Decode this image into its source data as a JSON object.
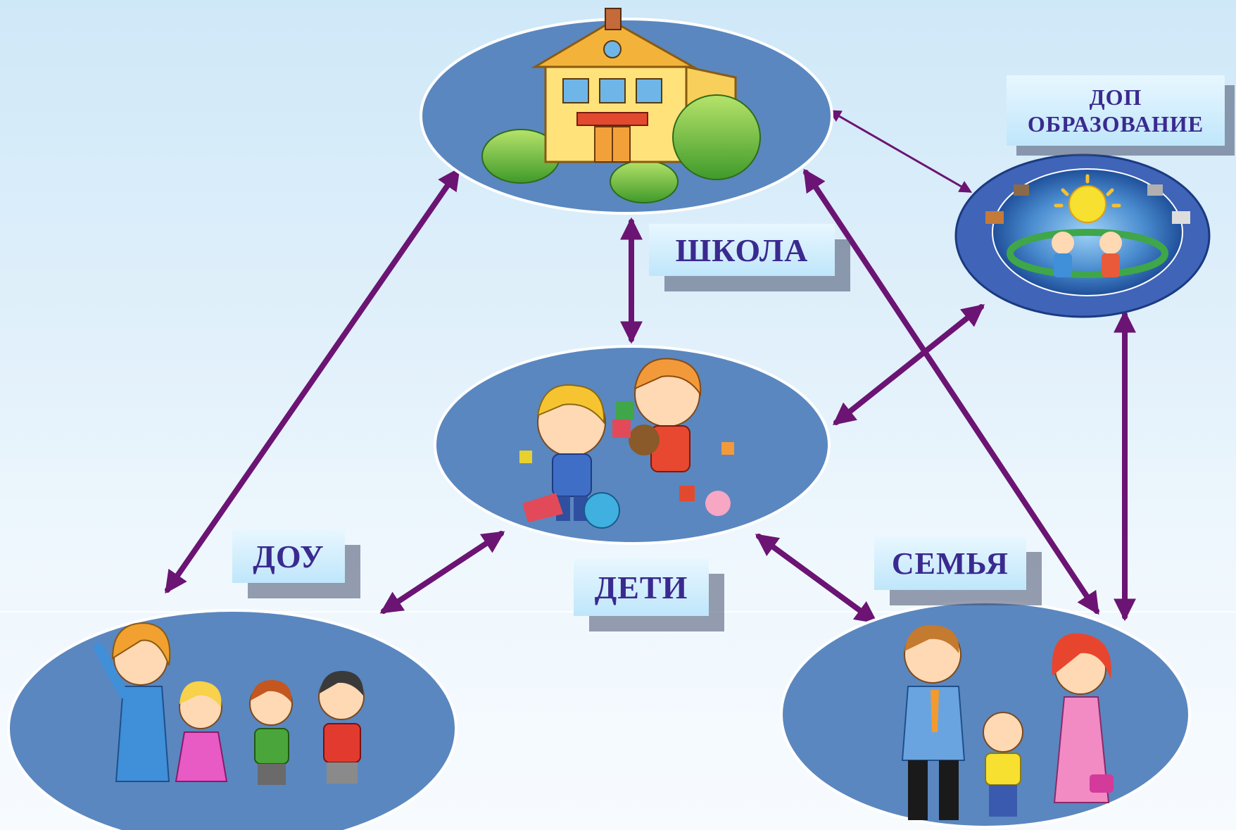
{
  "labels": {
    "school": "ШКОЛА",
    "dou": "ДОУ",
    "children": "ДЕТИ",
    "family": "СЕМЬЯ",
    "dop_line1": "ДОП",
    "dop_line2": "ОБРАЗОВАНИЕ"
  },
  "colors": {
    "node_fill": "#5a87bf",
    "arrow": "#6b1473",
    "label_text": "#3a2a8f"
  },
  "icons": [
    "school-building-icon",
    "children-playing-icon",
    "teacher-with-kids-icon",
    "family-icon",
    "extra-education-globe-icon"
  ]
}
